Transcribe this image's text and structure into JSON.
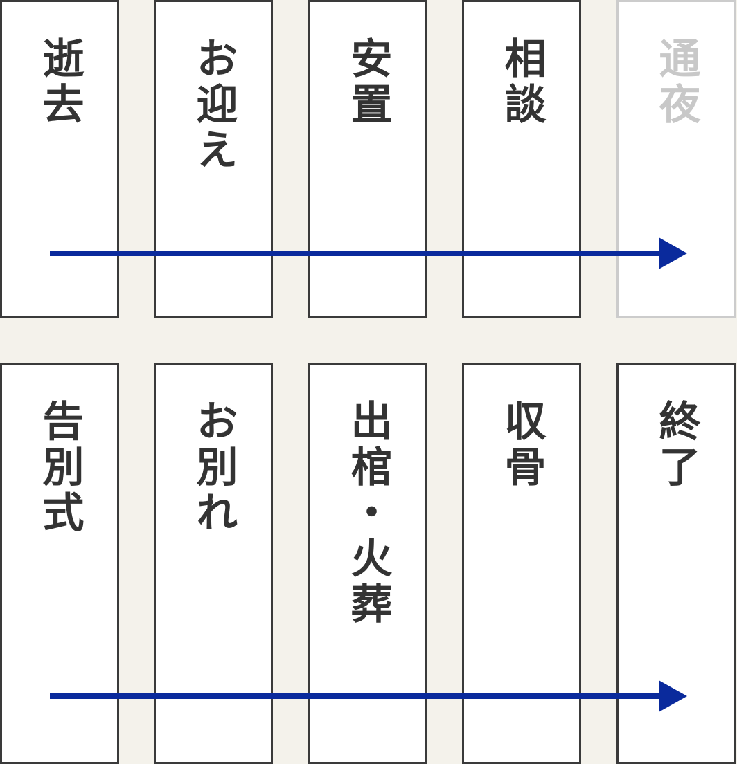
{
  "flow": {
    "arrow_color": "#0a2a9c",
    "row1": [
      {
        "label": "逝去",
        "muted": false
      },
      {
        "label": "お迎え",
        "muted": false
      },
      {
        "label": "安置",
        "muted": false
      },
      {
        "label": "相談",
        "muted": false
      },
      {
        "label": "通夜",
        "muted": true
      }
    ],
    "row2": [
      {
        "label": "告別式",
        "muted": false
      },
      {
        "label": "お別れ",
        "muted": false
      },
      {
        "label": "出棺・火葬",
        "muted": false
      },
      {
        "label": "収骨",
        "muted": false
      },
      {
        "label": "終了",
        "muted": false
      }
    ]
  }
}
